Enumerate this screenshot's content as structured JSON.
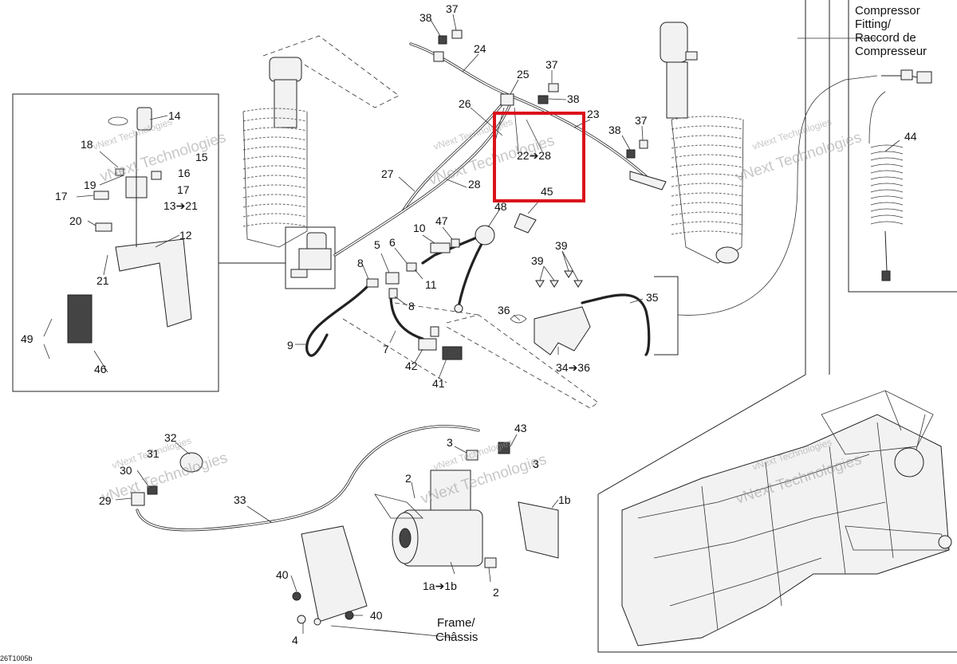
{
  "diagram_code": "26T1005b",
  "watermark_text": "vNext Technologies",
  "highlight_color": "#d9131b",
  "headings": {
    "compressor_fitting": [
      "Compressor",
      "Fitting/",
      "Raccord de",
      "Compresseur"
    ],
    "frame": [
      "Frame/",
      "Châssis"
    ]
  },
  "callouts": {
    "c1": "1a➔1b",
    "c2": "1b",
    "c3": "2",
    "c4": "2",
    "c5": "3",
    "c6": "3",
    "c7": "4",
    "c8": "5",
    "c9": "6",
    "c10": "7",
    "c11": "8",
    "c12": "8",
    "c13": "9",
    "c14": "10",
    "c15": "11",
    "c16": "12",
    "c17": "13➔21",
    "c18": "14",
    "c19": "15",
    "c20": "16",
    "c21": "17",
    "c22": "17",
    "c23": "18",
    "c24": "19",
    "c25": "20",
    "c26": "21",
    "c27": "22➔28",
    "c28": "23",
    "c29": "24",
    "c30": "25",
    "c31": "26",
    "c32": "27",
    "c33": "28",
    "c34": "29",
    "c35": "30",
    "c36": "31",
    "c37": "32",
    "c38": "33",
    "c39": "34➔36",
    "c40": "35",
    "c41": "36",
    "c42": "37",
    "c43": "37",
    "c44": "37",
    "c45": "38",
    "c46": "38",
    "c47": "38",
    "c48": "39",
    "c49": "39",
    "c50": "40",
    "c51": "40",
    "c52": "41",
    "c53": "42",
    "c54": "43",
    "c55": "44",
    "c56": "45",
    "c57": "46",
    "c58": "47",
    "c59": "48",
    "c60": "49"
  }
}
